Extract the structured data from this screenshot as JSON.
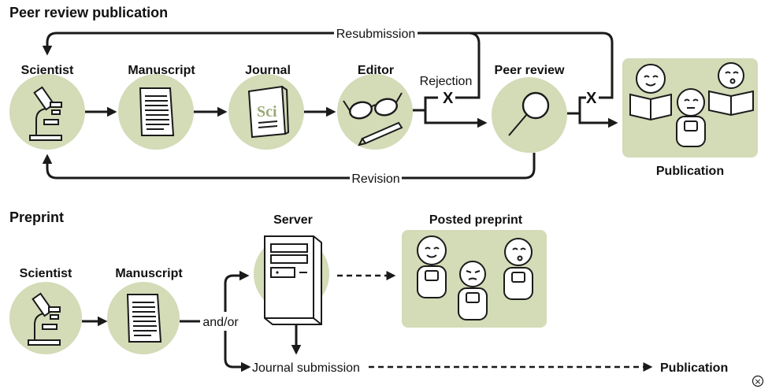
{
  "peer_review": {
    "title": "Peer review publication",
    "nodes": {
      "scientist": "Scientist",
      "manuscript": "Manuscript",
      "journal": "Journal",
      "editor": "Editor",
      "peer_review": "Peer review",
      "publication": "Publication"
    },
    "flows": {
      "resubmission": "Resubmission",
      "rejection": "Rejection",
      "revision": "Revision",
      "reject_mark": "X"
    },
    "journal_cover_text": "Sci"
  },
  "preprint": {
    "title": "Preprint",
    "nodes": {
      "scientist": "Scientist",
      "manuscript": "Manuscript",
      "server": "Server",
      "posted_preprint": "Posted preprint",
      "publication": "Publication"
    },
    "flows": {
      "and_or": "and/or",
      "journal_submission": "Journal submission"
    }
  },
  "corner_badge": "×",
  "colors": {
    "accent_fill": "#d3dbb7",
    "ink": "#1a1a1a"
  }
}
